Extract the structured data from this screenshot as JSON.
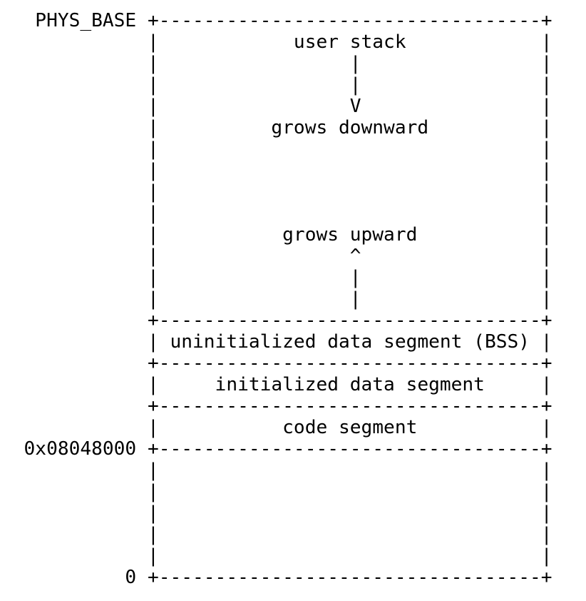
{
  "diagram": {
    "kind": "ascii-memory-layout",
    "colors": {
      "text": "#000000",
      "background": "#ffffff"
    },
    "labels": {
      "top_boundary": "PHYS_BASE",
      "code_segment_base": "0x08048000",
      "bottom_boundary": "0"
    },
    "regions": [
      "user stack",
      "uninitialized data segment (BSS)",
      "initialized data segment",
      "code segment"
    ],
    "annotations": {
      "stack_direction": "grows downward",
      "heap_direction": "grows upward",
      "down_arrow_head": "V",
      "up_arrow_head": "^"
    },
    "lines": [
      "   PHYS_BASE +----------------------------------+",
      "             |            user stack            |",
      "             |                 |                |",
      "             |                 |                |",
      "             |                 V                |",
      "             |          grows downward          |",
      "             |                                  |",
      "             |                                  |",
      "             |                                  |",
      "             |                                  |",
      "             |           grows upward           |",
      "             |                 ^                |",
      "             |                 |                |",
      "             |                 |                |",
      "             +----------------------------------+",
      "             | uninitialized data segment (BSS) |",
      "             +----------------------------------+",
      "             |     initialized data segment     |",
      "             +----------------------------------+",
      "             |           code segment           |",
      "  0x08048000 +----------------------------------+",
      "             |                                  |",
      "             |                                  |",
      "             |                                  |",
      "             |                                  |",
      "             |                                  |",
      "           0 +----------------------------------+"
    ]
  }
}
